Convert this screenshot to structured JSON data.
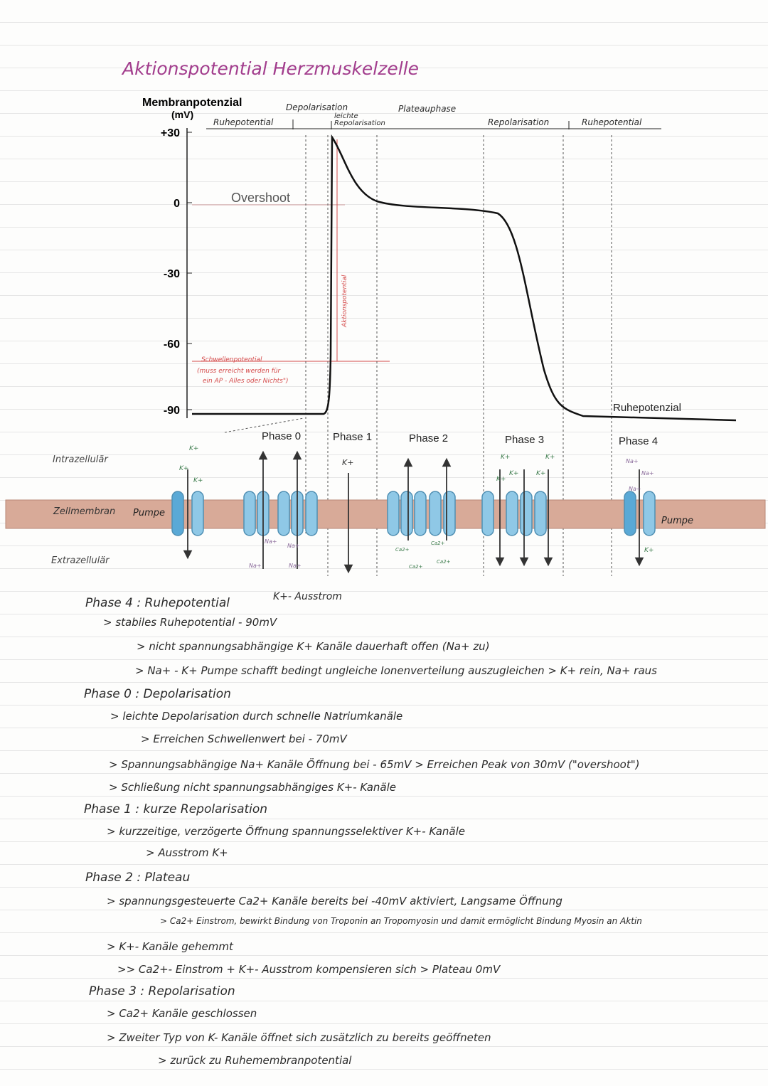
{
  "title": "Aktionspotential Herzmuskelzelle",
  "diagram": {
    "y_axis_label_1": "Membranpotenzial",
    "y_axis_label_2": "(mV)",
    "y_ticks": [
      "+30",
      "0",
      "-30",
      "-60",
      "-90"
    ],
    "top_labels": {
      "ruhepotential_left": "Ruhepotential",
      "depolarisation": "Depolarisation",
      "leichte": "leichte",
      "repolarisation_small": "Repolarisation",
      "plateauphase": "Plateauphase",
      "repolarisation": "Repolarisation",
      "ruhepotential_right": "Ruhepotential"
    },
    "overshoot": "Overshoot",
    "aktionspotential_vertical": "Aktionspotential",
    "threshold_note_1": "Schwellenpotential",
    "threshold_note_2": "(muss erreicht werden für",
    "threshold_note_3": "ein AP - Alles oder Nichts\")",
    "ruhepotenzial": "Ruhepotenzial",
    "phases": [
      "Phase 0",
      "Phase 1",
      "Phase 2",
      "Phase 3",
      "Phase 4"
    ],
    "intrazellular": "Intrazellulär",
    "zellmembran": "Zellmembran",
    "extrazellular": "Extrazellulär",
    "pumpe_left": "Pumpe",
    "pumpe_right": "Pumpe",
    "k_plus": "K+",
    "na_plus": "Na+",
    "ca_plus": "Ca2+",
    "k_ausstrom": "K+- Ausstrom",
    "colors": {
      "title": "#a23d8d",
      "curve": "#111111",
      "threshold": "#d44a4a",
      "membrane": "#d8aa98",
      "channel": "#8fc8e6",
      "pump": "#5aa9d6"
    }
  },
  "notes": [
    "Phase 4 : Ruhepotential",
    "> stabiles Ruhepotential - 90mV",
    "> nicht spannungsabhängige K+ Kanäle dauerhaft offen (Na+ zu)",
    "> Na+ - K+ Pumpe schafft bedingt ungleiche Ionenverteilung auszugleichen > K+ rein, Na+ raus",
    "Phase 0 : Depolarisation",
    "> leichte Depolarisation durch schnelle Natriumkanäle",
    "> Erreichen Schwellenwert bei - 70mV",
    "> Spannungsabhängige Na+ Kanäle Öffnung bei - 65mV > Erreichen Peak von 30mV (\"overshoot\")",
    "> Schließung nicht spannungsabhängiges K+- Kanäle",
    "Phase 1 : kurze Repolarisation",
    "> kurzzeitige, verzögerte Öffnung spannungsselektiver K+- Kanäle",
    "> Ausstrom K+",
    "Phase 2 : Plateau",
    "> spannungsgesteuerte Ca2+ Kanäle bereits bei -40mV aktiviert, Langsame Öffnung",
    "> Ca2+ Einstrom, bewirkt Bindung von Troponin an Tropomyosin und damit ermöglicht Bindung Myosin an Aktin",
    "> K+- Kanäle gehemmt",
    ">> Ca2+- Einstrom + K+- Ausstrom kompensieren sich > Plateau 0mV",
    "Phase 3 : Repolarisation",
    "> Ca2+ Kanäle geschlossen",
    "> Zweiter Typ von K- Kanäle öffnet sich zusätzlich zu bereits geöffneten",
    "> zurück zu Ruhemembranpotential"
  ]
}
